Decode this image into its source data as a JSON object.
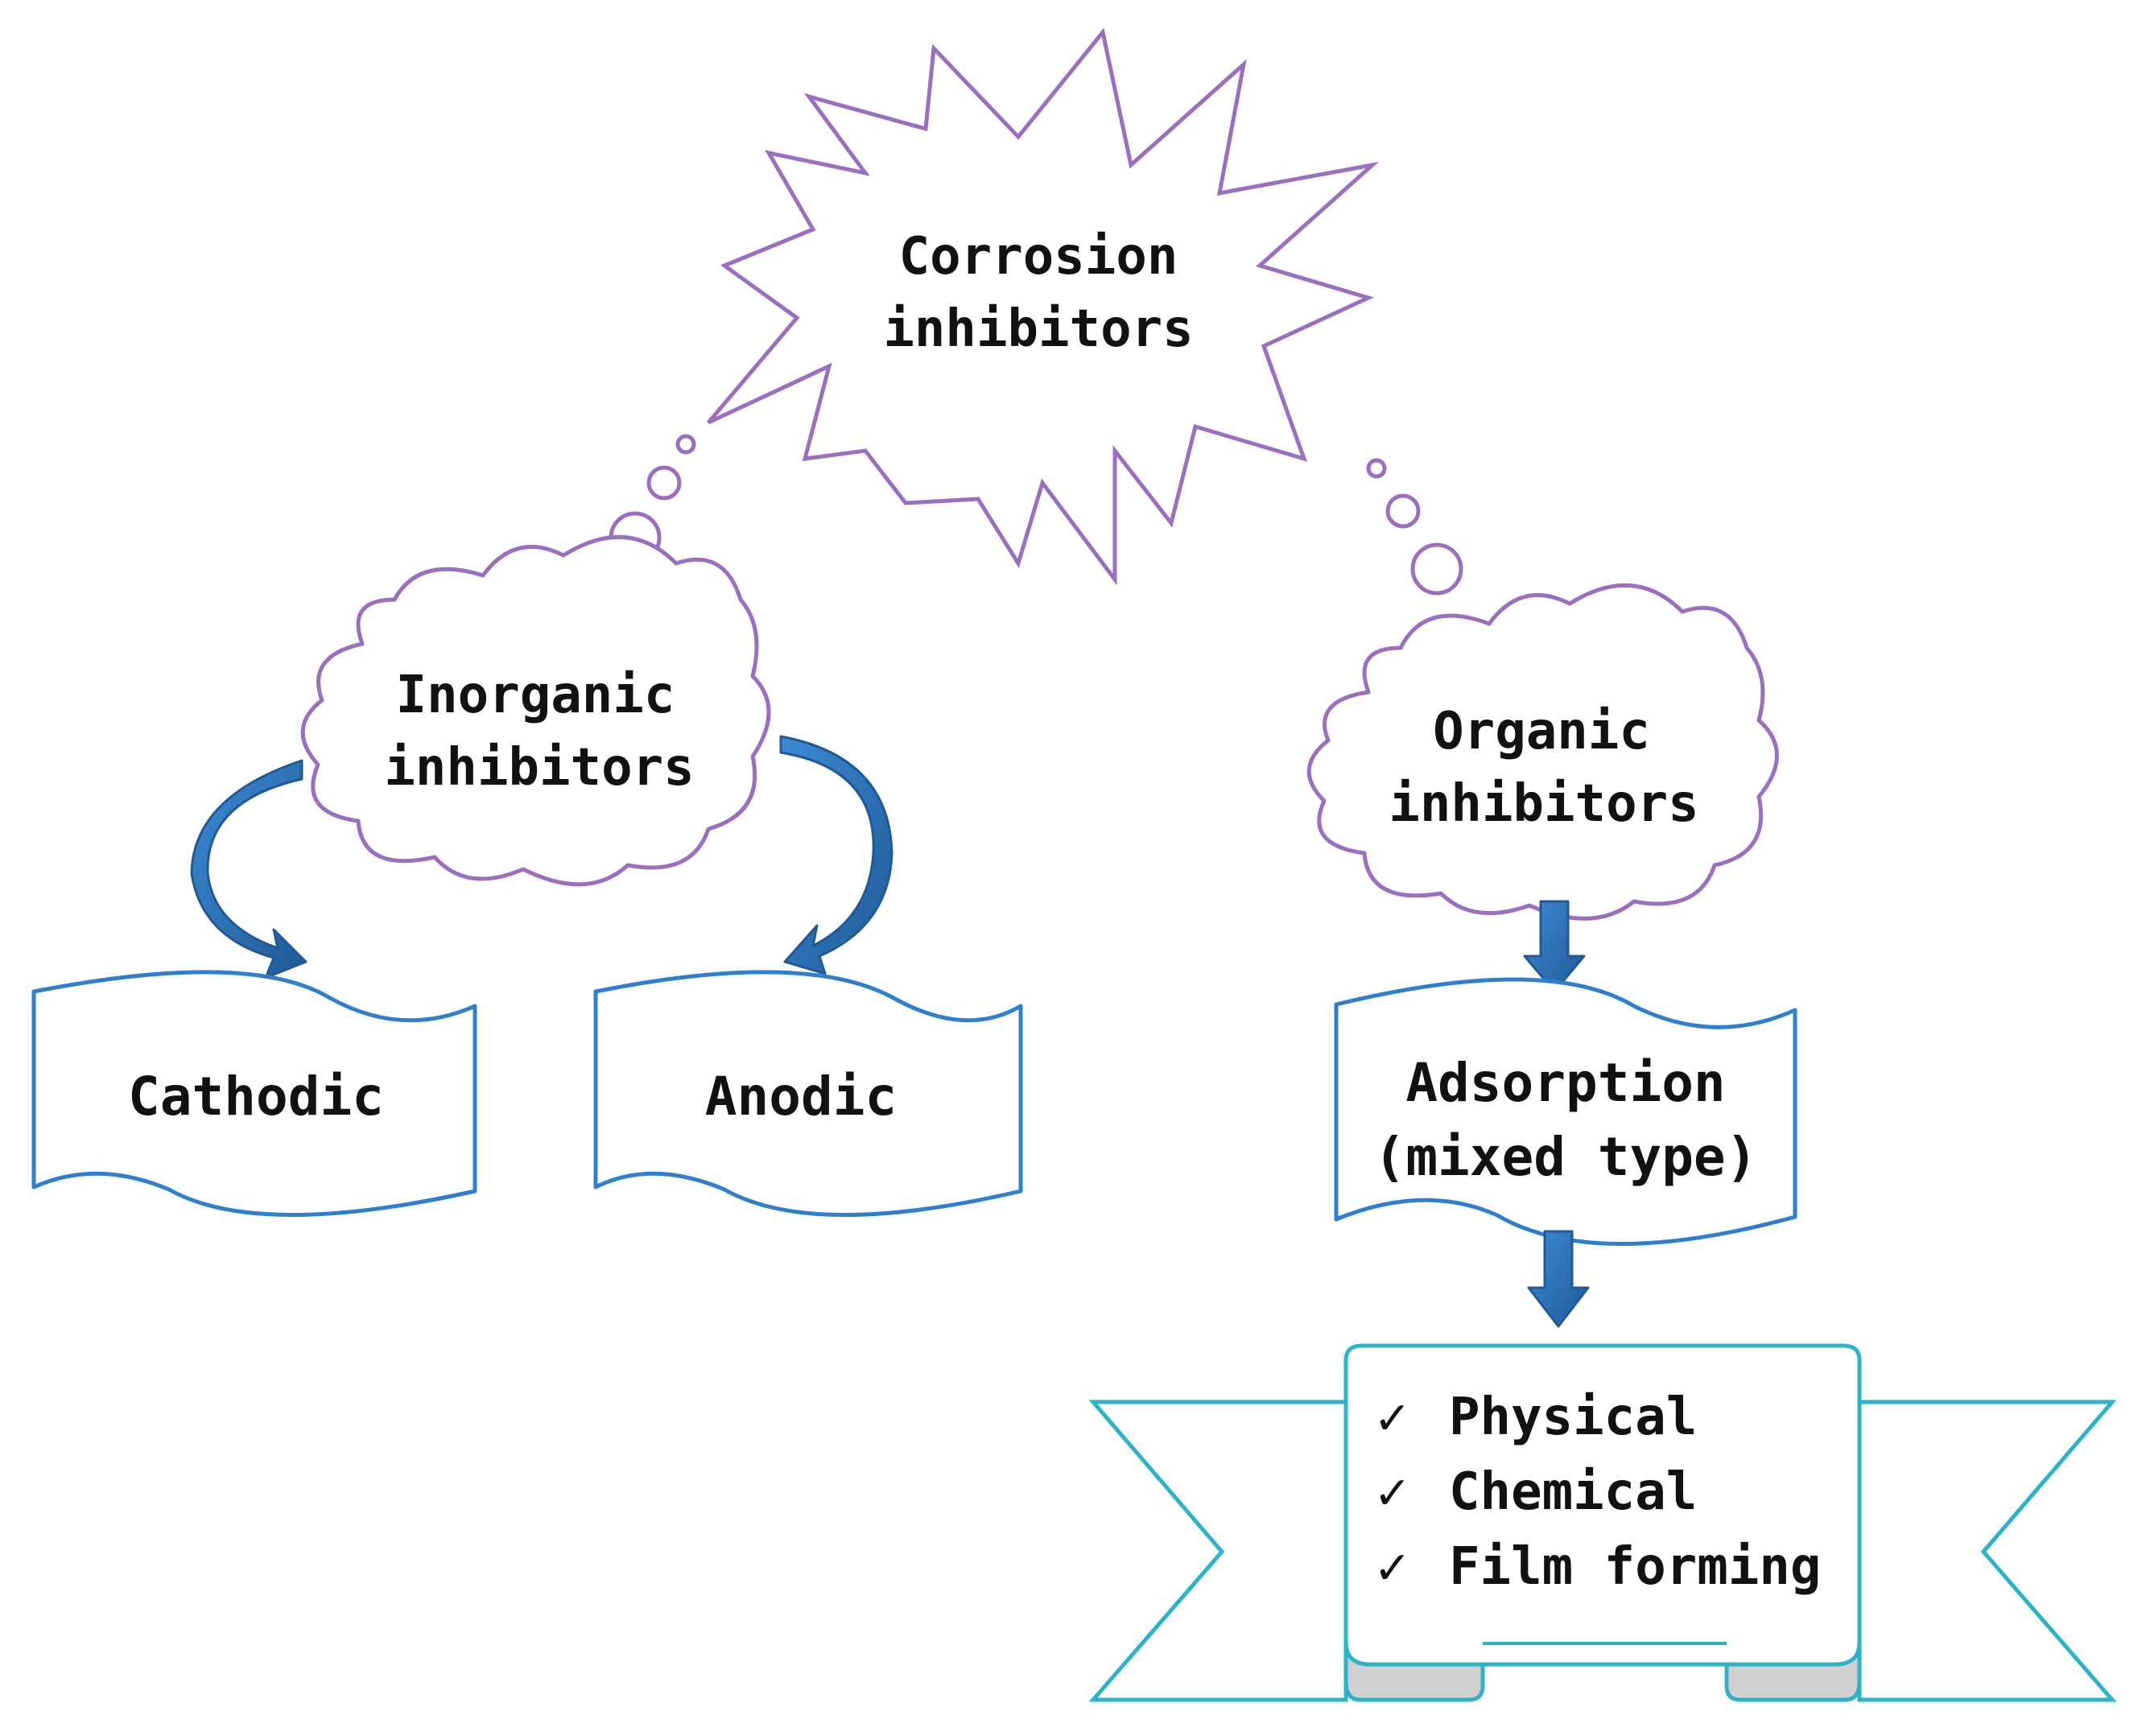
{
  "colors": {
    "purple": "#9B6FC0",
    "blue": "#2F7FCF",
    "arrow_blue": "#2A72B8",
    "arrow_dark": "#1F5A96",
    "teal": "#2BB3C9",
    "scroll_shade": "#D0D0D0",
    "text": "#111111"
  },
  "root": {
    "line1": "Corrosion",
    "line2": "inhibitors"
  },
  "inorganic": {
    "line1": "Inorganic",
    "line2": "inhibitors",
    "children": {
      "cathodic": "Cathodic",
      "anodic": "Anodic"
    }
  },
  "organic": {
    "line1": "Organic",
    "line2": "inhibitors",
    "adsorption": {
      "line1": "Adsorption",
      "line2": "(mixed type)"
    },
    "mechanisms": [
      {
        "check": "✓",
        "label": "Physical"
      },
      {
        "check": "✓",
        "label": "Chemical"
      },
      {
        "check": "✓",
        "label": "Film forming"
      }
    ]
  }
}
